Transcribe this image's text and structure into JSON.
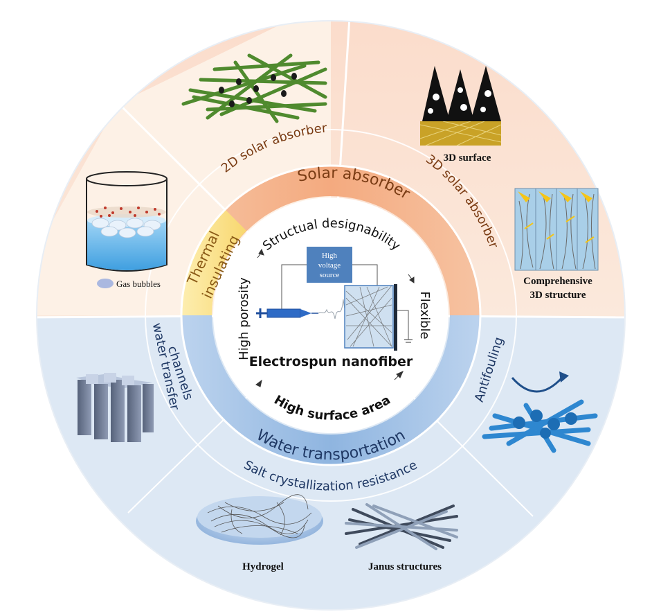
{
  "center": {
    "title": "Electrospun nanofiber",
    "props": {
      "top": "Structual designability",
      "right": "Flexible",
      "bottom": "High  surface area",
      "left": "High porosity"
    },
    "source_label_1": "High",
    "source_label_2": "voltage",
    "source_label_3": "source"
  },
  "ring": {
    "solar": "Solar absorber",
    "thermal_1": "Thermal",
    "thermal_2": "insulating",
    "water": "Water transportation"
  },
  "outer_ring": {
    "two_d": "2D  solar absorber",
    "three_d": "3D solar absorber",
    "channels_1": "water transfer",
    "channels_2": "channels",
    "antifouling": "Antifouling",
    "salt": "Salt crystallization resistance"
  },
  "panels": {
    "gas_bubbles": "Gas bubbles",
    "three_d_surface": "3D surface",
    "comprehensive_1": "Comprehensive",
    "comprehensive_2": "3D structure",
    "hydrogel": "Hydrogel",
    "janus": "Janus structures"
  },
  "colors": {
    "solar_ring": "#f4b089",
    "thermal_ring": "#f8dc7a",
    "water_ring": "#7fa9d9",
    "warm_bg": "#fbe5d6",
    "cool_bg": "#dce8f5",
    "text_brown": "#7a3c14",
    "text_navy": "#1f3864"
  }
}
